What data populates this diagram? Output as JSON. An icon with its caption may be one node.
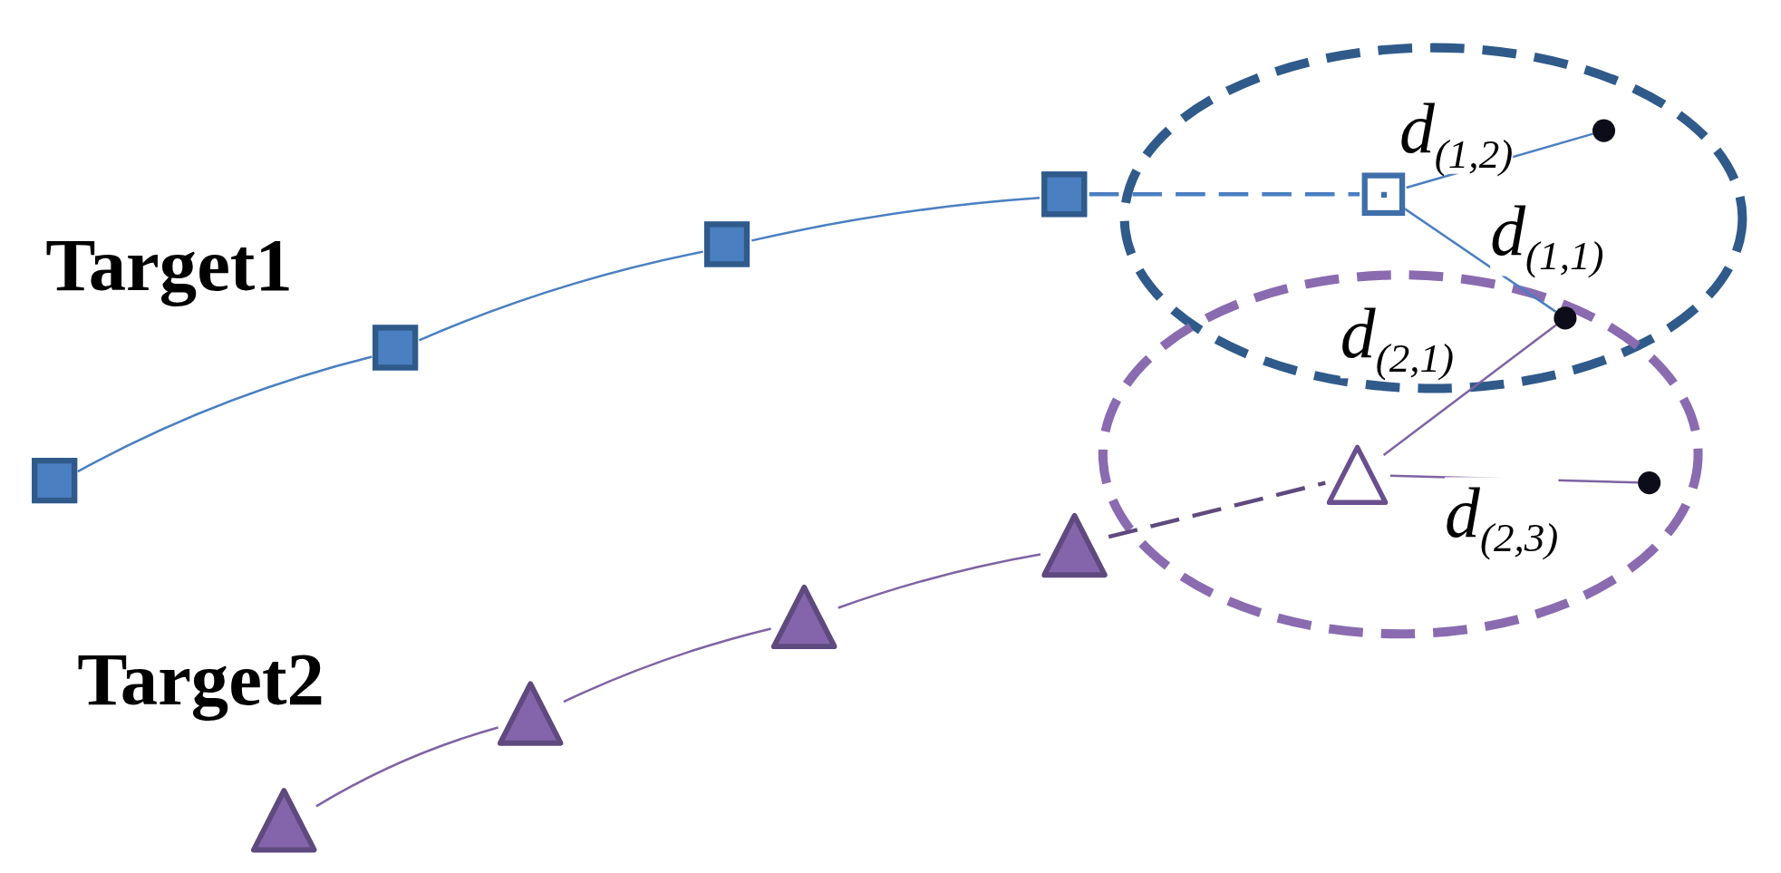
{
  "diagram": {
    "nodes": [
      {
        "text": [],
        "shape": "box"
      },
      {
        "text": [],
        "shape": "box"
      },
      {
        "text": [],
        "shape": "box"
      },
      {
        "text": [],
        "shape": "box"
      },
      {
        "text": [],
        "shape": "box"
      },
      {
        "text": [],
        "shape": "circle"
      },
      {
        "text": [],
        "shape": "circle"
      },
      {
        "text": [],
        "shape": "triangle"
      },
      {
        "text": [],
        "shape": "triangle"
      },
      {
        "text": [],
        "shape": "triangle"
      },
      {
        "text": [],
        "shape": "triangle"
      },
      {
        "text": [],
        "shape": "triangle"
      },
      {
        "text": [],
        "shape": "circle"
      }
    ],
    "edges": [
      {
        "from": 0,
        "to": 1,
        "arrow": "none",
        "color": "#4a7fc1"
      },
      {
        "from": 1,
        "to": 2,
        "arrow": "none",
        "color": "#4a7fc1"
      },
      {
        "from": 2,
        "to": 3,
        "arrow": "none",
        "color": "#4a7fc1"
      },
      {
        "from": 3,
        "to": 4,
        "arrow": "none",
        "style": "dashed",
        "color": "#4a7fc1"
      },
      {
        "from": 4,
        "to": 5,
        "arrow": "none",
        "label": "*d*$_{(1,2)}$",
        "color": "#4a7fc1"
      },
      {
        "from": 4,
        "to": 6,
        "arrow": "none",
        "label": "*d*$_{(1,1)}$",
        "color": "#4a7fc1"
      },
      {
        "from": 7,
        "to": 8,
        "arrow": "none",
        "color": "#7e63a3"
      },
      {
        "from": 8,
        "to": 9,
        "arrow": "none",
        "color": "#7e63a3"
      },
      {
        "from": 9,
        "to": 10,
        "arrow": "none",
        "color": "#7e63a3"
      },
      {
        "from": 10,
        "to": 11,
        "arrow": "none",
        "style": "dashed",
        "color": "#5e4a7e"
      },
      {
        "from": 11,
        "to": 6,
        "arrow": "none",
        "label": "*d*$_{(2,1)}$",
        "color": "#7e63a3"
      },
      {
        "from": 11,
        "to": 12,
        "arrow": "none",
        "label": "*d*$_{(2,3)}$",
        "color": "#7e63a3"
      }
    ],
    "labels": [
      "Target1",
      "Target2"
    ]
  }
}
